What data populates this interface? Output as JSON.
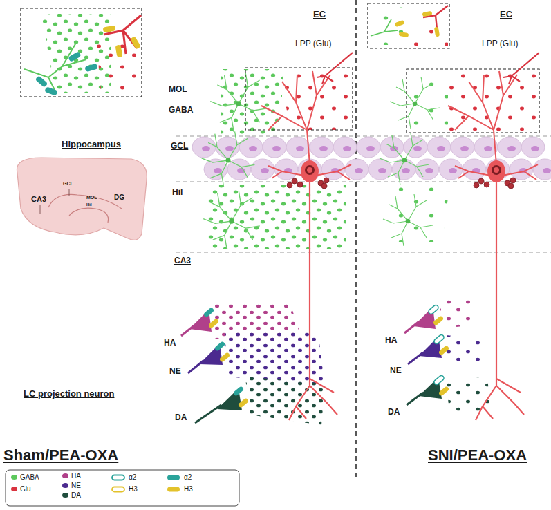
{
  "diagram": {
    "labels": [
      "EC",
      "LPP (Glu)",
      "MOL",
      "GABA",
      "GCL",
      "Hil",
      "CA3",
      "Hippocampus",
      "CA3",
      "GCL",
      "MOL",
      "DG",
      "Hil",
      "EC",
      "LPP (Glu)",
      "HA",
      "NE",
      "DA",
      "HA",
      "NE",
      "DA",
      "LC projection neuron",
      "Sham/PEA-OXA",
      "SNI/PEA-OXA"
    ],
    "legend": [
      {
        "text": "GABA",
        "color": "#5cc85c"
      },
      {
        "text": "Glu",
        "color": "#d9333f"
      },
      {
        "text": "HA",
        "color": "#b0408a"
      },
      {
        "text": "NE",
        "color": "#4b2a8f"
      },
      {
        "text": "DA",
        "color": "#1f4d3d"
      },
      {
        "text": "α2"
      },
      {
        "text": "H3"
      },
      {
        "text": "α2"
      },
      {
        "text": "H3"
      }
    ]
  }
}
